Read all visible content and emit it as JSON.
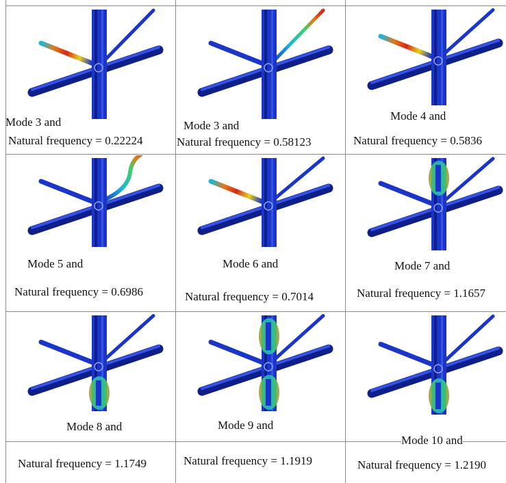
{
  "colors": {
    "beam": "#1a35c8",
    "beam_dark": "#0f1f8a",
    "beam_light": "#3552e6",
    "grid": "#8a8a8a",
    "contour": [
      "#1a35c8",
      "#1fb5d8",
      "#3ed06a",
      "#e6d21e",
      "#e27a1a",
      "#d42a1a"
    ]
  },
  "modes": [
    {
      "mode": "Mode 3 and",
      "freq": "Natural frequency = 0.22224",
      "highlight": "left-brace"
    },
    {
      "mode": "Mode 3 and",
      "freq": "Natural frequency = 0.58123",
      "highlight": "right-brace"
    },
    {
      "mode": "Mode 4 and",
      "freq": "Natural frequency = 0.5836",
      "highlight": "left-brace"
    },
    {
      "mode": "Mode 5 and",
      "freq": "Natural frequency = 0.6986",
      "highlight": "right-brace-bent"
    },
    {
      "mode": "Mode 6 and",
      "freq": "Natural frequency = 0.7014",
      "highlight": "left-brace"
    },
    {
      "mode": "Mode 7 and",
      "freq": "Natural frequency = 1.1657",
      "highlight": "column-top"
    },
    {
      "mode": "Mode 8 and",
      "freq": "Natural frequency = 1.1749",
      "highlight": "column-bottom"
    },
    {
      "mode": "Mode 9 and",
      "freq": "Natural frequency = 1.1919",
      "highlight": "column-full"
    },
    {
      "mode": "Mode 10 and",
      "freq": "Natural frequency = 1.2190",
      "highlight": "column-bottom"
    }
  ]
}
